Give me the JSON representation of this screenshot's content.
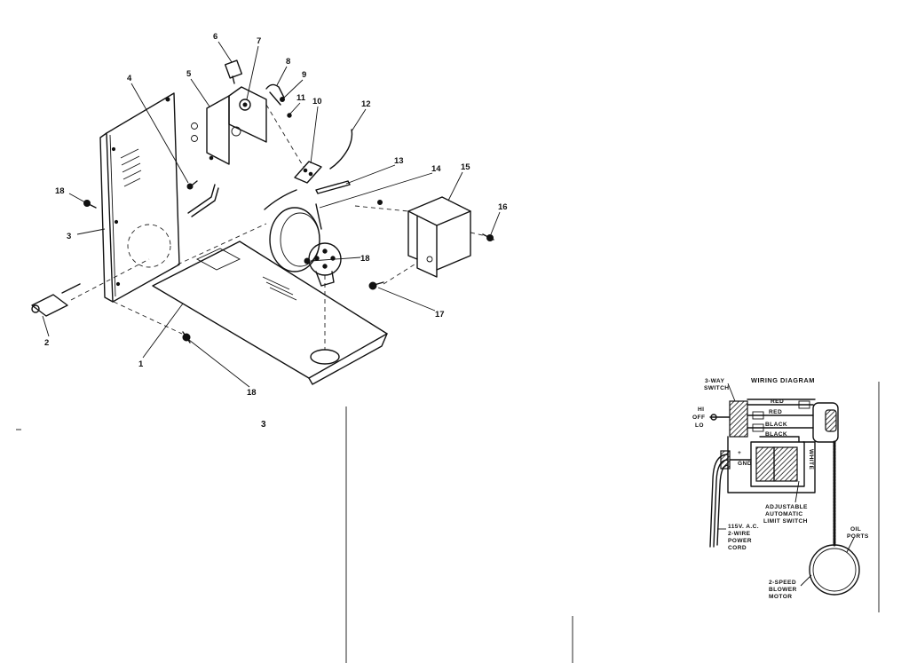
{
  "callouts": [
    "6",
    "7",
    "8",
    "9",
    "11",
    "10",
    "12",
    "13",
    "14",
    "15",
    "16",
    "17",
    "18",
    "18",
    "3",
    "2",
    "1",
    "18",
    "4",
    "5"
  ],
  "page_number": "3",
  "wiring": {
    "title": "WIRING DIAGRAM",
    "switch_label": [
      "3-WAY",
      "SWITCH"
    ],
    "switch_positions": [
      "HI",
      "OFF",
      "LO"
    ],
    "wires": [
      "RED",
      "RED",
      "BLACK",
      "BLACK"
    ],
    "plus": "+",
    "gnd": "GND",
    "white": "WHITE",
    "limit_switch": [
      "ADJUSTABLE",
      "AUTOMATIC",
      "LIMIT SWITCH"
    ],
    "power_cord": [
      "115V. A.C.",
      "2-WIRE",
      "POWER",
      "CORD"
    ],
    "oil_ports": [
      "OIL",
      "PORTS"
    ],
    "motor": [
      "2-SPEED",
      "BLOWER",
      "MOTOR"
    ]
  },
  "colors": {
    "ink": "#111111",
    "paper": "#ffffff"
  }
}
